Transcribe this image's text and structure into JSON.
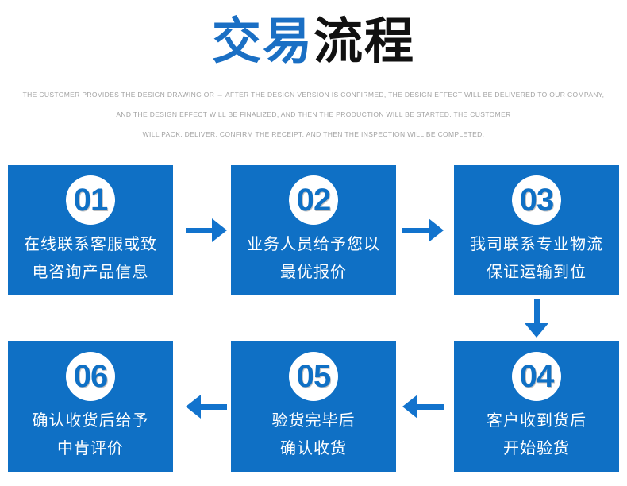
{
  "title": {
    "blue_text": "交易",
    "black_text": "流程"
  },
  "subtitle": {
    "lines": [
      "THE CUSTOMER PROVIDES THE DESIGN DRAWING OR → AFTER THE DESIGN VERSION IS CONFIRMED, THE DESIGN EFFECT WILL BE DELIVERED TO OUR COMPANY,",
      "AND THE DESIGN EFFECT WILL BE FINALIZED, AND THEN THE PRODUCTION WILL BE STARTED. THE CUSTOMER",
      "WILL PACK, DELIVER, CONFIRM THE RECEIPT, AND THEN THE INSPECTION WILL BE COMPLETED."
    ]
  },
  "steps": [
    {
      "number": "01",
      "line1": "在线联系客服或致",
      "line2": "电咨询产品信息"
    },
    {
      "number": "02",
      "line1": "业务人员给予您以",
      "line2": "最优报价"
    },
    {
      "number": "03",
      "line1": "我司联系专业物流",
      "line2": "保证运输到位"
    },
    {
      "number": "04",
      "line1": "客户收到货后",
      "line2": "开始验货"
    },
    {
      "number": "05",
      "line1": "验货完毕后",
      "line2": "确认收货"
    },
    {
      "number": "06",
      "line1": "确认收货后给予",
      "line2": "中肯评价"
    }
  ],
  "flow": {
    "arrows": [
      {
        "from": "01",
        "to": "02",
        "direction": "right"
      },
      {
        "from": "02",
        "to": "03",
        "direction": "right"
      },
      {
        "from": "03",
        "to": "04",
        "direction": "down"
      },
      {
        "from": "04",
        "to": "05",
        "direction": "left"
      },
      {
        "from": "05",
        "to": "06",
        "direction": "left"
      }
    ]
  },
  "colors": {
    "box_blue": "#0f70c5",
    "arrow_blue": "#1273cd",
    "title_blue": "#1a6fc4",
    "title_black": "#111111",
    "subtitle_gray": "#a3a3a3",
    "step_text_white": "#ffffff"
  }
}
